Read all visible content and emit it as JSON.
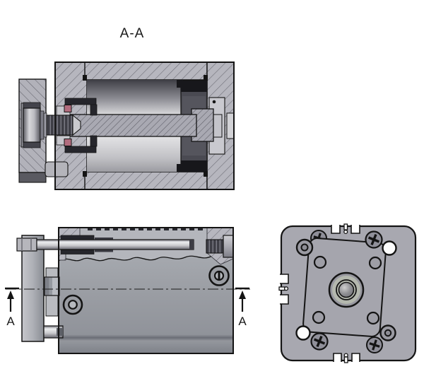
{
  "labels": {
    "section_title": "A-A",
    "section_arrow_left": "A",
    "section_arrow_right": "A"
  },
  "colors": {
    "background": "#ffffff",
    "outline": "#141414",
    "metal_hatched_light": "#b6b6be",
    "metal_mid": "#9a9da3",
    "piston_dark": "#4a4a52",
    "seal_black": "#17171b",
    "seal_pink": "#b26c7e",
    "hatch_line": "#6f6f78",
    "through_hole_white": "#fdfdfd",
    "center_boss_pale": "#b4b8ae"
  }
}
